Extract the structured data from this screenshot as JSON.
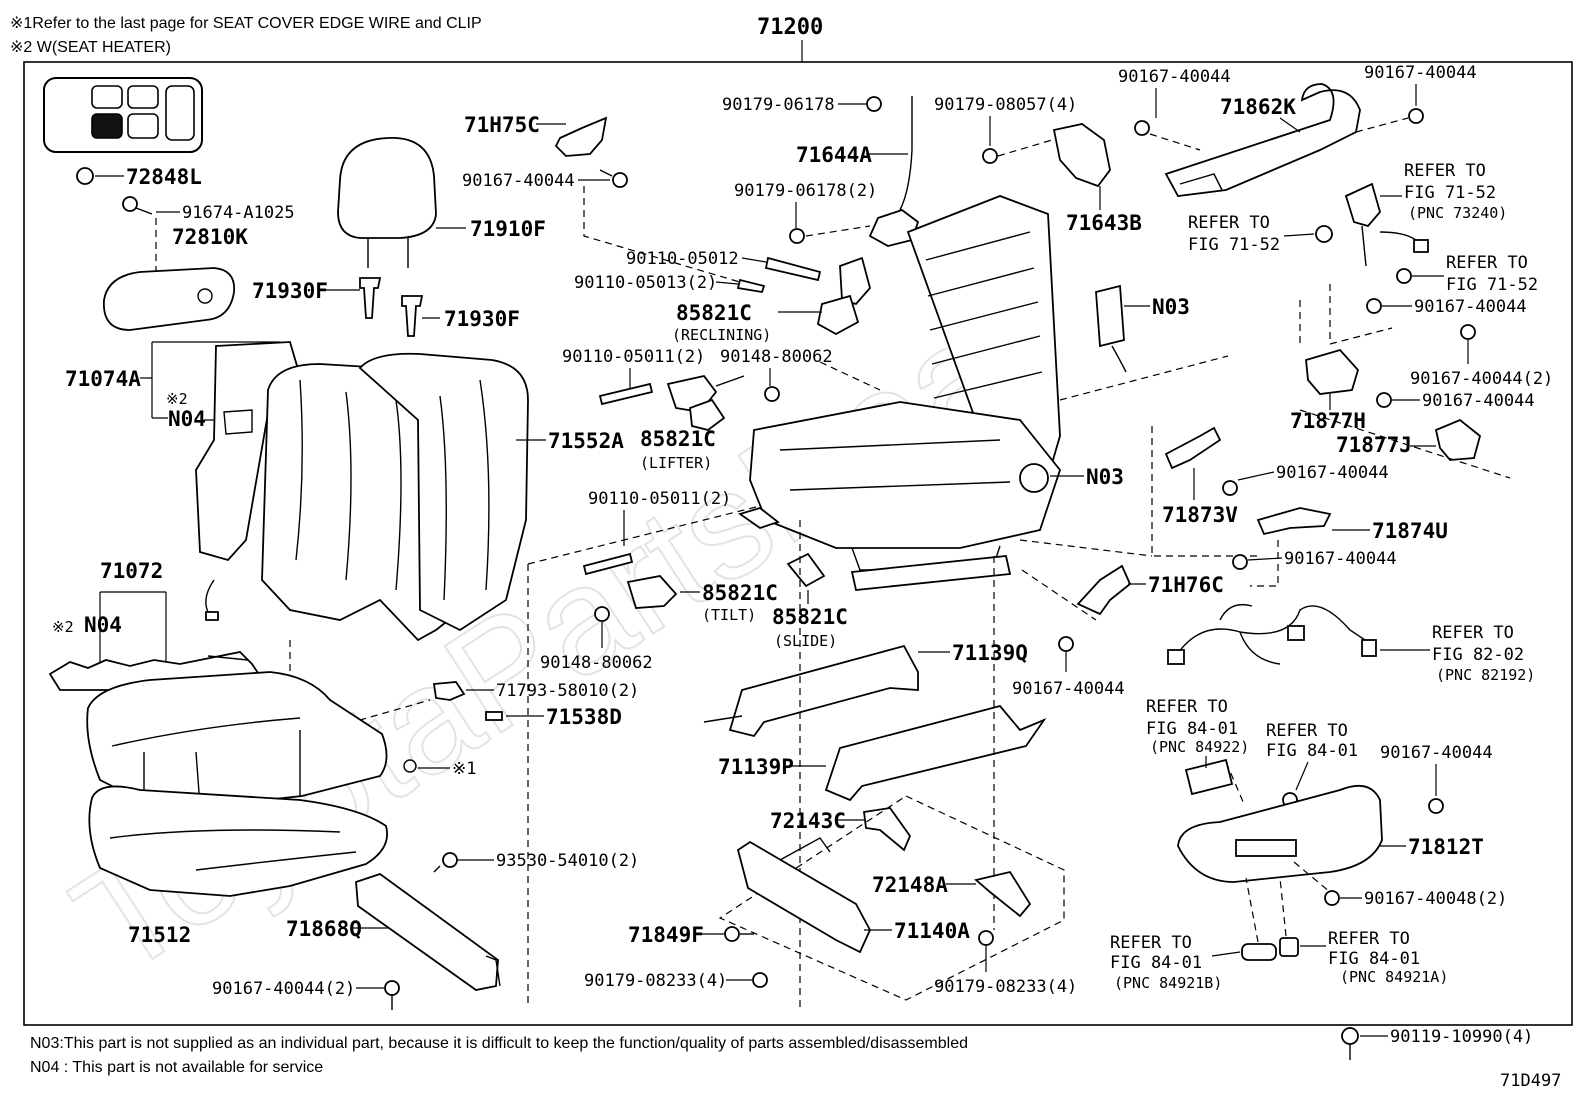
{
  "header": {
    "note1": "※1Refer to the last page for SEAT COVER EDGE WIRE and CLIP",
    "note2": "※2 W(SEAT HEATER)",
    "assembly_number": "71200"
  },
  "watermark": "ToyotaPartsDeal",
  "labels": {
    "p72848L": "72848L",
    "p91674A1025": "91674-A1025",
    "p72810K": "72810K",
    "p71910F": "71910F",
    "p71930F_a": "71930F",
    "p71930F_b": "71930F",
    "p71074A": "71074A",
    "p71552A": "71552A",
    "p71072": "71072",
    "p71512": "71512",
    "p71868Q": "71868Q",
    "p90167_40044_2_left": "90167-40044(2)",
    "p93530_54010_2": "93530-54010(2)",
    "p71793_58010_2": "71793-58010(2)",
    "p71538D": "71538D",
    "p71H75C": "71H75C",
    "p90167_40044_a": "90167-40044",
    "p90179_06178": "90179-06178",
    "p71644A": "71644A",
    "p90179_06178_2": "90179-06178(2)",
    "p90179_08057_4": "90179-08057(4)",
    "p71643B": "71643B",
    "p90110_05012": "90110-05012",
    "p90110_05013_2": "90110-05013(2)",
    "p85821C_recl": "85821C",
    "p85821C_lift": "85821C",
    "p85821C_tilt": "85821C",
    "p85821C_slide": "85821C",
    "p90110_05011_2_a": "90110-05011(2)",
    "p90148_80062_a": "90148-80062",
    "p90110_05011_2_b": "90110-05011(2)",
    "p90148_80062_b": "90148-80062",
    "p71139Q": "71139Q",
    "p71139P": "71139P",
    "p72143C": "72143C",
    "p72148A": "72148A",
    "p71849F": "71849F",
    "p71140A": "71140A",
    "p90179_08233_4_a": "90179-08233(4)",
    "p90179_08233_4_b": "90179-08233(4)",
    "pN03_a": "N03",
    "pN03_b": "N03",
    "pN04_a": "N04",
    "pN04_b": "N04",
    "p71H76C": "71H76C",
    "p90167_40044_b": "90167-40044",
    "p90167_40044_c": "90167-40044",
    "p90167_40044_d": "90167-40044",
    "p71862K": "71862K",
    "p90167_40044_e": "90167-40044",
    "p90167_40044_f": "90167-40044",
    "p90167_40044_2_r": "90167-40044(2)",
    "p90167_40044_g": "90167-40044",
    "p71877H": "71877H",
    "p71877J": "71877J",
    "p71873V": "71873V",
    "p90167_40044_h": "90167-40044",
    "p71874U": "71874U",
    "p90167_40044_i": "90167-40044",
    "p71812T": "71812T",
    "p90167_40048_2": "90167-40048(2)",
    "p90119_10990_4": "90119-10990(4)",
    "sub_reclining": "(RECLINING)",
    "sub_lifter": "(LIFTER)",
    "sub_tilt": "(TILT)",
    "sub_slide": "(SLIDE)",
    "mark_x2_a": "※2",
    "mark_x2_b": "※2",
    "mark_x1": "※1"
  },
  "refs": {
    "r1_line1": "REFER TO",
    "r1_line2": "FIG 71-52",
    "r1_line3": "(PNC 73240)",
    "r2_line1": "REFER TO",
    "r2_line2": "FIG 71-52",
    "r3_line1": "REFER TO",
    "r3_line2": "FIG 71-52",
    "r4_line1": "REFER TO",
    "r4_line2": "FIG 82-02",
    "r4_line3": "(PNC 82192)",
    "r5_line1": "REFER TO",
    "r5_line2": "FIG 84-01",
    "r5_line3": "(PNC 84922)",
    "r6_line1": "REFER TO",
    "r6_line2": "FIG 84-01",
    "r7_line1": "REFER TO",
    "r7_line2": "FIG 84-01",
    "r7_line3": "(PNC 84921B)",
    "r8_line1": "REFER TO",
    "r8_line2": "FIG 84-01",
    "r8_line3": "(PNC 84921A)"
  },
  "footer": {
    "n03": "N03:This part is not supplied as an individual part, because it is difficult to keep the function/quality of parts assembled/disassembled",
    "n04": "N04 : This part is not available for service",
    "figure_code": "71D497"
  }
}
